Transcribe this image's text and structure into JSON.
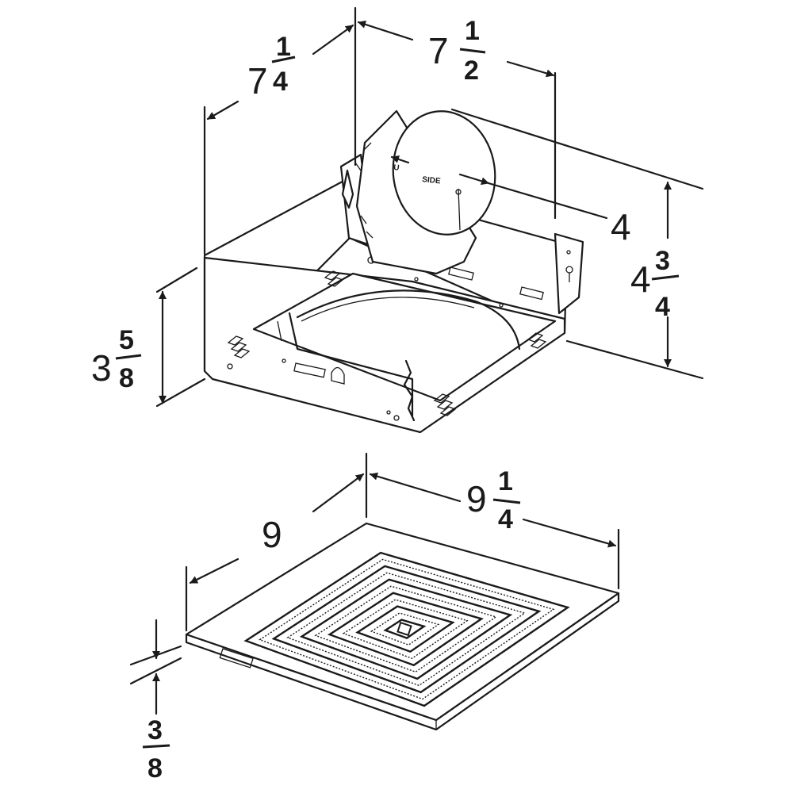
{
  "dimensions": {
    "housing_width": {
      "whole": "7",
      "num": "1",
      "den": "4"
    },
    "housing_depth": {
      "whole": "7",
      "num": "1",
      "den": "2"
    },
    "duct_diameter": {
      "whole": "4"
    },
    "overall_height": {
      "whole": "4",
      "num": "3",
      "den": "4"
    },
    "housing_height": {
      "whole": "3",
      "num": "5",
      "den": "8"
    },
    "grille_width": {
      "whole": "9"
    },
    "grille_depth": {
      "whole": "9",
      "num": "1",
      "den": "4"
    },
    "grille_thickness": {
      "num": "3",
      "den": "8"
    }
  },
  "collar_label": "SIDE",
  "colors": {
    "line": "#1a1a1a",
    "background": "#ffffff"
  }
}
